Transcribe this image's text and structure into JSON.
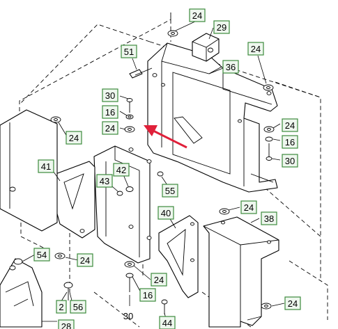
{
  "diagram": {
    "accent_color": "#3c8a3c",
    "arrow_color": "#e0203a",
    "callouts": [
      {
        "id": "c-24-top",
        "label": "24",
        "boxed": true
      },
      {
        "id": "c-29",
        "label": "29",
        "boxed": true
      },
      {
        "id": "c-51",
        "label": "51",
        "boxed": true
      },
      {
        "id": "c-36",
        "label": "36",
        "boxed": true
      },
      {
        "id": "c-24-right-top",
        "label": "24",
        "boxed": true
      },
      {
        "id": "c-30-left",
        "label": "30",
        "boxed": true
      },
      {
        "id": "c-16-left",
        "label": "16",
        "boxed": true
      },
      {
        "id": "c-24-left-mid",
        "label": "24",
        "boxed": true
      },
      {
        "id": "c-24-right-mid",
        "label": "24",
        "boxed": true
      },
      {
        "id": "c-16-right",
        "label": "16",
        "boxed": true
      },
      {
        "id": "c-30-right",
        "label": "30",
        "boxed": true
      },
      {
        "id": "c-24-far-left",
        "label": "24",
        "boxed": true
      },
      {
        "id": "c-41",
        "label": "41",
        "boxed": true
      },
      {
        "id": "c-42",
        "label": "42",
        "boxed": true
      },
      {
        "id": "c-43",
        "label": "43",
        "boxed": true
      },
      {
        "id": "c-55",
        "label": "55",
        "boxed": true
      },
      {
        "id": "c-24-center-right",
        "label": "24",
        "boxed": true
      },
      {
        "id": "c-40",
        "label": "40",
        "boxed": true
      },
      {
        "id": "c-38",
        "label": "38",
        "boxed": true
      },
      {
        "id": "c-54",
        "label": "54",
        "boxed": true
      },
      {
        "id": "c-24-lower-left",
        "label": "24",
        "boxed": true
      },
      {
        "id": "c-24-lower-mid",
        "label": "24",
        "boxed": true
      },
      {
        "id": "c-16-bottom",
        "label": "16",
        "boxed": true
      },
      {
        "id": "c-2",
        "label": "2",
        "boxed": true
      },
      {
        "id": "c-56",
        "label": "56",
        "boxed": true
      },
      {
        "id": "c-30-bottom",
        "label": "30",
        "boxed": false
      },
      {
        "id": "c-44",
        "label": "44",
        "boxed": true
      },
      {
        "id": "c-28",
        "label": "28",
        "boxed": true
      },
      {
        "id": "c-24-bottom-right",
        "label": "24",
        "boxed": true
      }
    ]
  }
}
